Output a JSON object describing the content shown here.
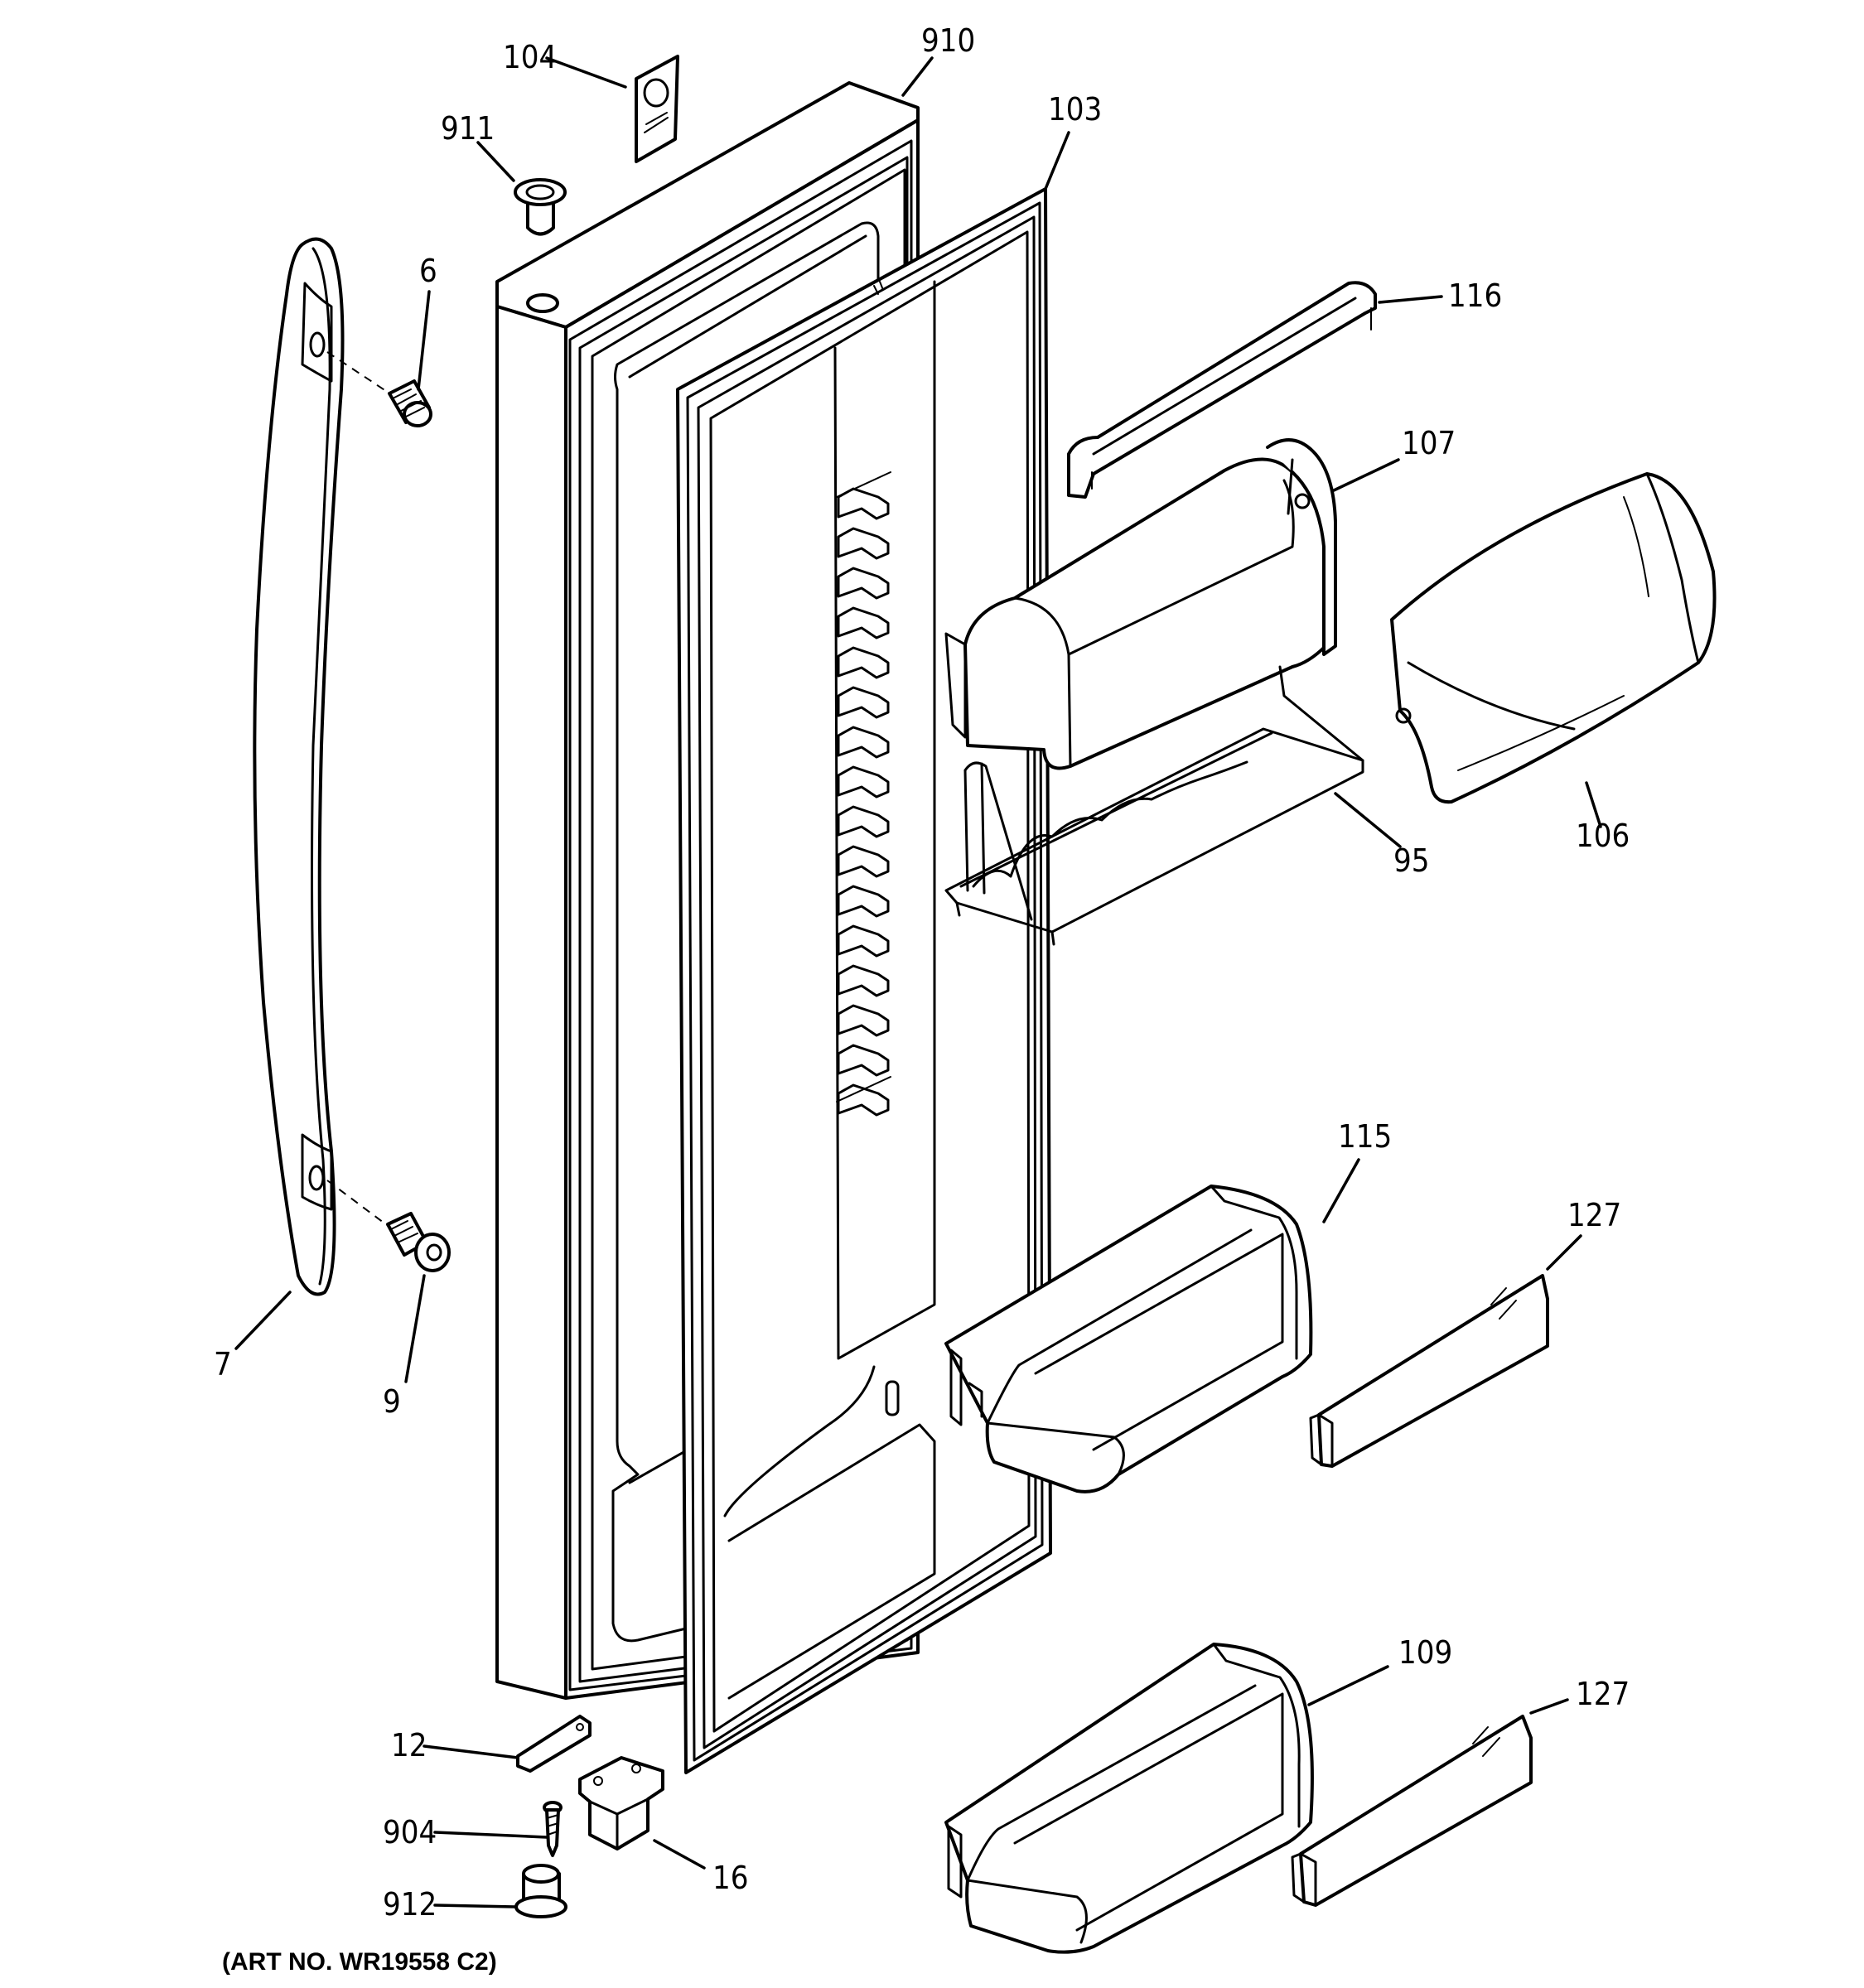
{
  "callouts": [
    {
      "id": "104",
      "label": "104"
    },
    {
      "id": "910",
      "label": "910"
    },
    {
      "id": "911",
      "label": "911"
    },
    {
      "id": "103",
      "label": "103"
    },
    {
      "id": "6",
      "label": "6"
    },
    {
      "id": "116",
      "label": "116"
    },
    {
      "id": "107",
      "label": "107"
    },
    {
      "id": "106",
      "label": "106"
    },
    {
      "id": "95",
      "label": "95"
    },
    {
      "id": "115",
      "label": "115"
    },
    {
      "id": "127a",
      "label": "127"
    },
    {
      "id": "7",
      "label": "7"
    },
    {
      "id": "9",
      "label": "9"
    },
    {
      "id": "109",
      "label": "109"
    },
    {
      "id": "127b",
      "label": "127"
    },
    {
      "id": "12",
      "label": "12"
    },
    {
      "id": "904",
      "label": "904"
    },
    {
      "id": "16",
      "label": "16"
    },
    {
      "id": "912",
      "label": "912"
    }
  ],
  "art_number": "(ART NO. WR19558 C2)",
  "icons": {
    "door_handle": "handle-7",
    "screws": "fastener-icon"
  }
}
